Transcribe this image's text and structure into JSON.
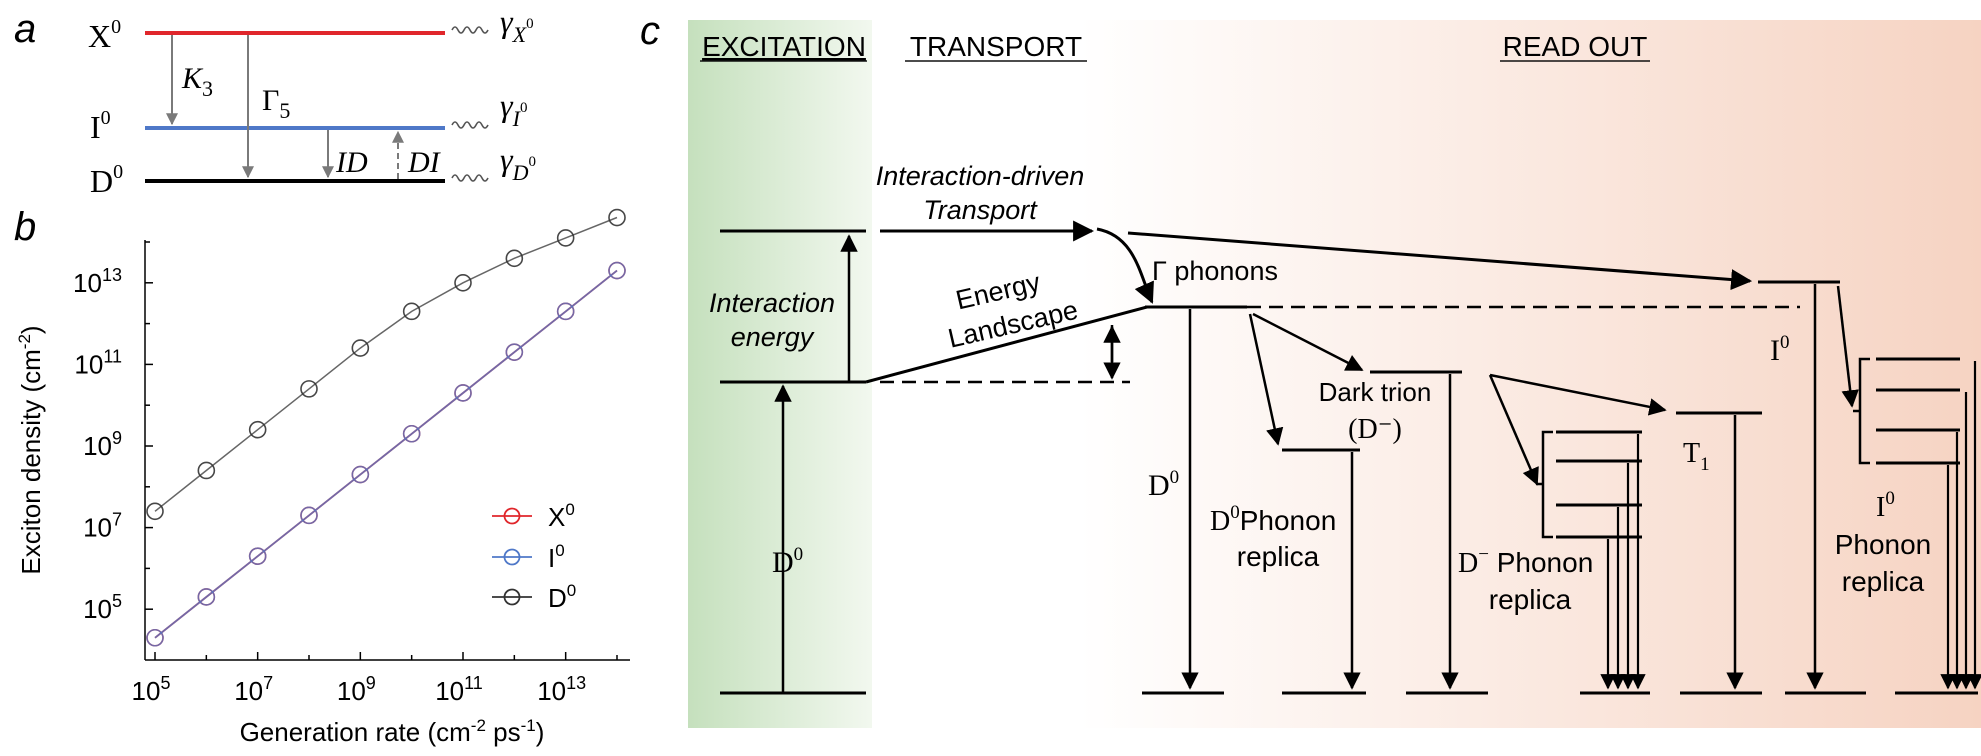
{
  "panels": {
    "a": {
      "letter": "a",
      "levels": {
        "x0": "X",
        "i0": "I",
        "d0": "D",
        "sup": "0"
      },
      "rates": {
        "k3": "K",
        "k3_sub": "3",
        "gamma5": "Γ",
        "gamma5_sub": "5",
        "id": "ID",
        "di": "DI"
      },
      "decays": {
        "symbol": "γ",
        "x_sub": "X",
        "i_sub": "I",
        "d_sub": "D",
        "sup": "0"
      },
      "colors": {
        "x0": "#e0262b",
        "i0": "#4f78c8",
        "d0": "#000000",
        "arrow": "#7a7a7a"
      }
    },
    "b": {
      "letter": "b",
      "xlabel_main": "Generation rate (cm",
      "xlabel_exp1": "-2",
      "xlabel_mid": " ps",
      "xlabel_exp2": "-1",
      "xlabel_end": ")",
      "ylabel_main": "Exciton density (cm",
      "ylabel_exp": "-2",
      "ylabel_end": ")",
      "tick_base": "10",
      "legend": [
        {
          "label": "X",
          "sup": "0",
          "color": "#e0262b"
        },
        {
          "label": "I",
          "sup": "0",
          "color": "#4f78c8"
        },
        {
          "label": "D",
          "sup": "0",
          "color": "#333333"
        }
      ]
    },
    "c": {
      "letter": "c",
      "sections": {
        "excitation": "EXCITATION",
        "transport": "TRANSPORT",
        "readout": "READ OUT"
      },
      "interaction_energy": [
        "Interaction",
        "energy"
      ],
      "interaction_driven": [
        "Interaction-driven",
        "Transport"
      ],
      "energy_landscape": [
        "Energy",
        "Landscape"
      ],
      "gamma_phonons": "Γ phonons",
      "d0": "D",
      "d0_sup": "0",
      "i0": "I",
      "i0_sup": "0",
      "dark_trion": [
        "Dark trion",
        "(D⁻)"
      ],
      "t1": "T",
      "t1_sub": "1",
      "d0_replica": {
        "sup": "0",
        "word": "Phonon",
        "line2": "replica"
      },
      "dminus_replica": {
        "base": "D",
        "sup": "−",
        "word": " Phonon",
        "line2": "replica"
      },
      "i0_replica": {
        "line2": "Phonon",
        "line3": "replica"
      },
      "colors": {
        "excitation_bg": "#cfe5c8",
        "readout_bg": "#f8d9cb"
      }
    }
  },
  "chart_data": {
    "type": "line",
    "x_scale": "log",
    "y_scale": "log",
    "x": [
      100000.0,
      1000000.0,
      10000000.0,
      100000000.0,
      1000000000.0,
      10000000000.0,
      100000000000.0,
      1000000000000.0,
      10000000000000.0,
      100000000000000.0
    ],
    "xlim": [
      100000.0,
      100000000000000.0
    ],
    "ylim": [
      10000.0,
      100000000000000.0
    ],
    "x_ticks": [
      5,
      7,
      9,
      11,
      13
    ],
    "y_ticks": [
      5,
      7,
      9,
      11,
      13
    ],
    "xlabel": "Generation rate (cm-2 ps-1)",
    "ylabel": "Exciton density (cm-2)",
    "legend_position": "right",
    "grid": false,
    "series": [
      {
        "name": "X0",
        "color": "#e0262b",
        "log10_values": [
          4.3,
          5.3,
          6.3,
          7.3,
          8.3,
          9.3,
          10.3,
          11.3,
          12.3,
          13.3
        ]
      },
      {
        "name": "I0",
        "color": "#4f78c8",
        "log10_values": [
          4.3,
          5.3,
          6.3,
          7.3,
          8.3,
          9.3,
          10.3,
          11.3,
          12.3,
          13.3
        ]
      },
      {
        "name": "D0",
        "color": "#333333",
        "log10_values": [
          7.4,
          8.4,
          9.4,
          10.4,
          11.4,
          12.3,
          13.0,
          13.6,
          14.1,
          14.6
        ]
      }
    ]
  }
}
